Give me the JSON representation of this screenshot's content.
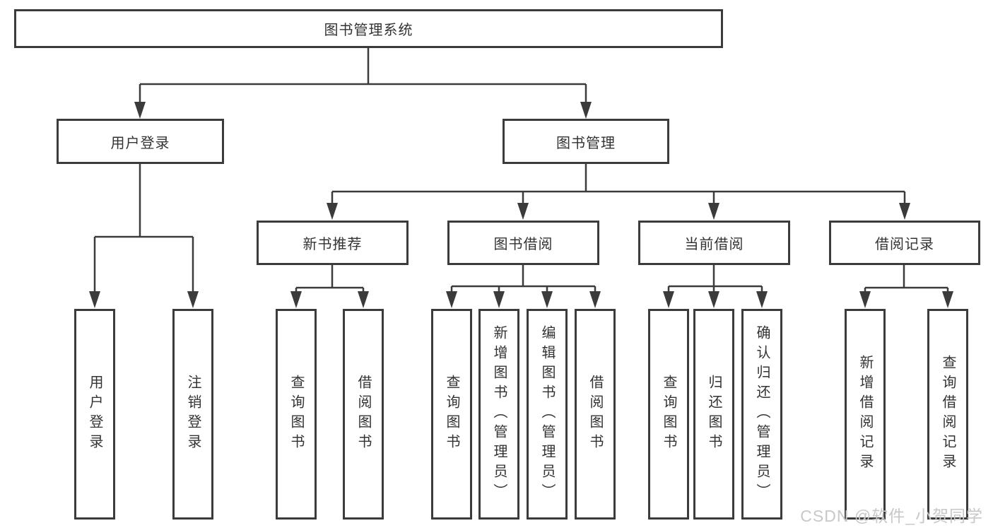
{
  "diagram": {
    "type": "hierarchy-tree",
    "title": "图书管理系统",
    "colors": {
      "line": "#3b3b3b",
      "border": "#3b3b3b",
      "text": "#333333",
      "background": "#ffffff",
      "watermark": "#c8c8c8"
    },
    "nodes": {
      "root": {
        "label": "图书管理系统"
      },
      "user_login": {
        "label": "用户登录",
        "children": [
          {
            "label": "用户登录"
          },
          {
            "label": "注销登录"
          }
        ]
      },
      "book_mgmt": {
        "label": "图书管理",
        "children": [
          {
            "label": "新书推荐",
            "children": [
              {
                "label": "查询图书"
              },
              {
                "label": "借阅图书"
              }
            ]
          },
          {
            "label": "图书借阅",
            "children": [
              {
                "label": "查询图书"
              },
              {
                "label": "新增图书（管理员）"
              },
              {
                "label": "编辑图书（管理员）"
              },
              {
                "label": "借阅图书"
              }
            ]
          },
          {
            "label": "当前借阅",
            "children": [
              {
                "label": "查询图书"
              },
              {
                "label": "归还图书"
              },
              {
                "label": "确认归还（管理员）"
              }
            ]
          },
          {
            "label": "借阅记录",
            "children": [
              {
                "label": "新增借阅记录"
              },
              {
                "label": "查询借阅记录"
              }
            ]
          }
        ]
      }
    },
    "watermark": {
      "text": "CSDN @软件_小贺同学"
    }
  }
}
